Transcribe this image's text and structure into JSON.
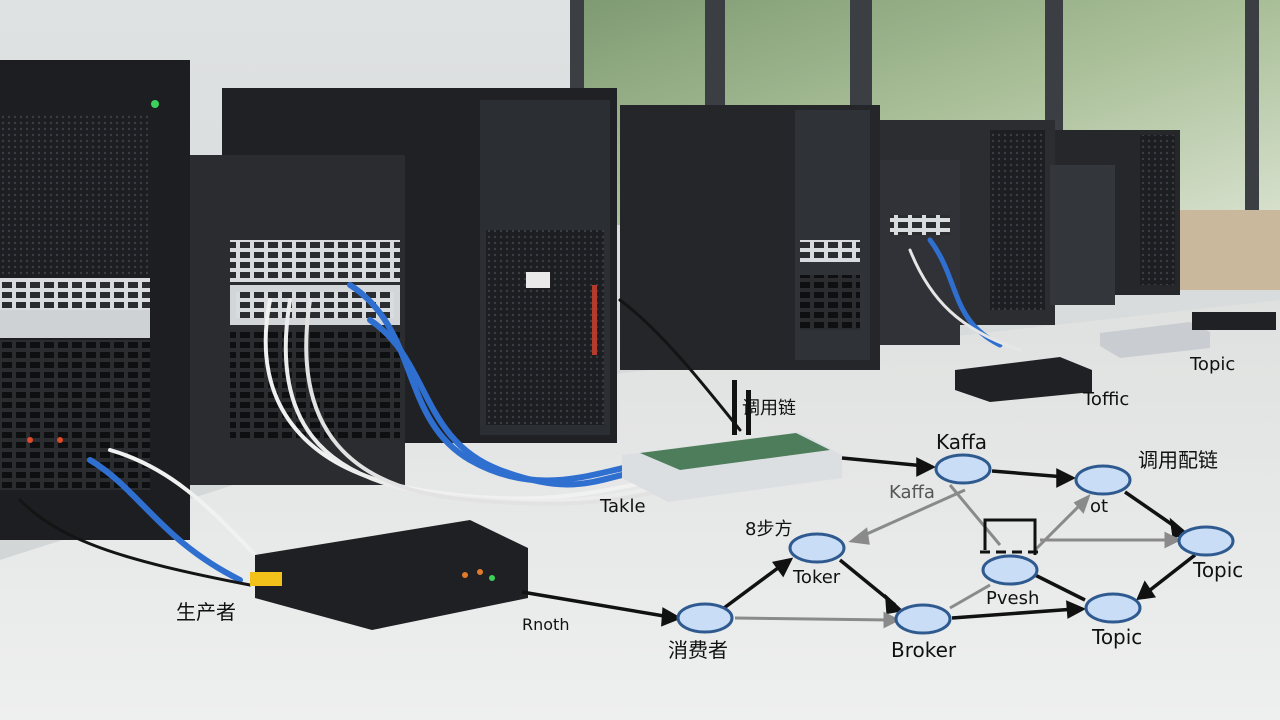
{
  "labels": {
    "topic_top": "Topic",
    "toffic": "Toffic",
    "call_chain_top": "调用链",
    "kaffa": "Kaffa",
    "call_config_chain": "调用配链",
    "kaffa_grey": "Kaffa",
    "ot": "ot",
    "takle": "Takle",
    "eight_steps": "8步方",
    "toker": "Toker",
    "topic_right": "Topic",
    "pvesh": "Pvesh",
    "producer": "生产者",
    "rnoth": "Rnoth",
    "consumer": "消费者",
    "broker": "Broker",
    "topic_bottom": "Topic"
  },
  "colors": {
    "node_fill": "#c9def6",
    "node_stroke": "#2f5a8f",
    "arrow_dark": "#111111",
    "arrow_grey": "#8a8a8a",
    "cable_blue": "#2f6fd0"
  }
}
